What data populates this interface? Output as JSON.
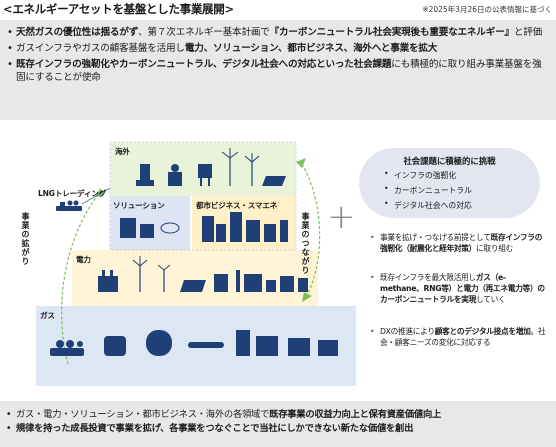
{
  "header": {
    "title": "<エネルギーアセットを基盤とした事業展開>",
    "note": "※2025年3月26日の公表情報に基づく"
  },
  "intro": {
    "b1_bold": "天然ガスの優位性は揺るがず",
    "b1_rest1": "、第７次エネルギー基本計画で",
    "b1_bold2": "『カーボンニュートラル社会実現後も重要なエネルギー』",
    "b1_rest2": "と評価",
    "b2_text1": "ガスインフラやガスの顧客基盤を活用し",
    "b2_bold": "電力、ソリューション、都市ビジネス、海外へと事業を拡大",
    "b3_bold": "既存インフラの強靭化やカーボンニュートラル、デジタル社会への対応といった社会課題",
    "b3_rest": "にも積極的に取り組み事業基盤を強固にすることが使命"
  },
  "diagram": {
    "layer_overseas": "海外",
    "layer_solution": "ソリューション",
    "layer_city": "都市ビジネス・スマエネ",
    "layer_power": "電力",
    "layer_gas": "ガス",
    "lng_trading": "LNGトレーディング",
    "left_vertical": "事業の拡がり",
    "right_vertical": "事業のつながり"
  },
  "challenges": {
    "title": "社会課題に積極的に挑戦",
    "items": [
      "インフラの強靭化",
      "カーボンニュートラル",
      "デジタル社会への対応"
    ]
  },
  "right_bullets": {
    "r1_a": "事業を拡げ・つなげる前提として",
    "r1_b": "既存インフラの強靭化（耐震化と経年対策）",
    "r1_c": "に取り組む",
    "r2_a": "既存インフラを最大限活用し",
    "r2_b": "ガス（e-methane、RNG等）と電力（再エネ電力等）のカーボンニュートラルを実現",
    "r2_c": "していく",
    "r3_a": "DXの推進により",
    "r3_b": "顧客とのデジタル接点を増加",
    "r3_c": "。社会・顧客ニーズの変化に対応する"
  },
  "footer": {
    "l1_a": "ガス・電力・ソリューション・都市ビジネス・海外の各領域で",
    "l1_b": "既存事業の収益力向上と保有資産価値向上",
    "l2_b": "規律を持った成長投資で事業を拡げ、各事業をつなぐことで当社にしかできない新たな価値を創出"
  },
  "colors": {
    "overseas": "#e9f3da",
    "solution": "#dde5f3",
    "city": "#fff0c8",
    "power": "#fff4d6",
    "gas": "#dde7f3",
    "icon_blue": "#1f3f77",
    "arrow_green": "#7fbf5a"
  }
}
